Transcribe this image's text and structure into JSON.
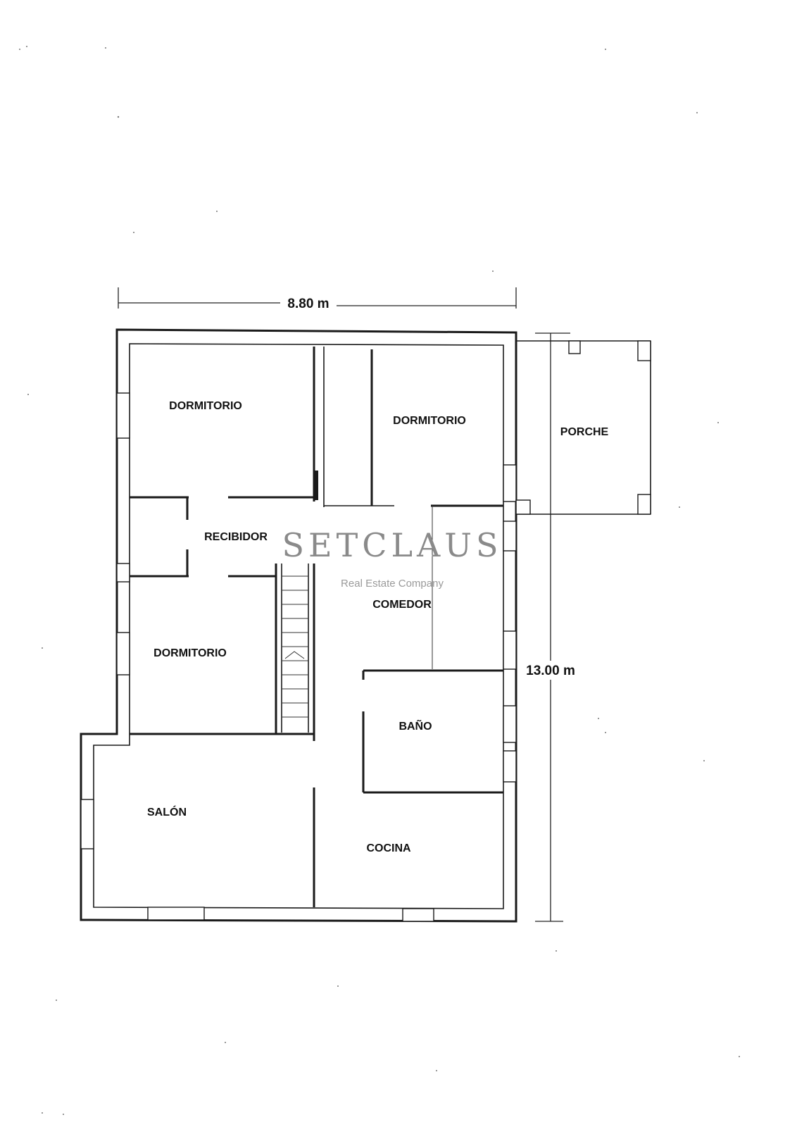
{
  "dimensions": {
    "width_label": "8.80 m",
    "height_label": "13.00 m"
  },
  "rooms": {
    "dormitorio_1": "DORMITORIO",
    "dormitorio_2": "DORMITORIO",
    "dormitorio_3": "DORMITORIO",
    "porche": "PORCHE",
    "recibidor": "RECIBIDOR",
    "comedor": "COMEDOR",
    "bano": "BAÑO",
    "salon": "SALÓN",
    "cocina": "COCINA"
  },
  "watermark": {
    "brand": "SETCLAUS",
    "tagline": "Real Estate Company"
  }
}
